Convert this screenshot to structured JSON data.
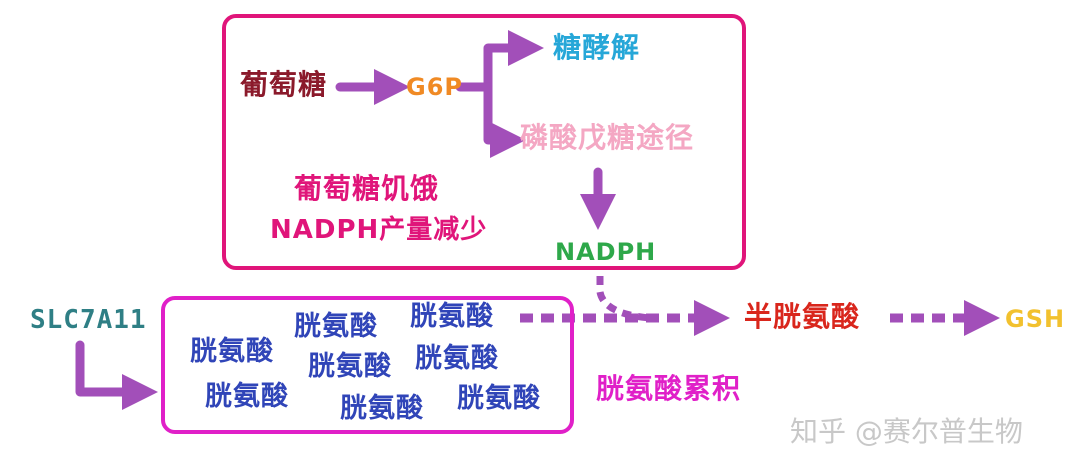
{
  "colors": {
    "glucose": "#8b1a2b",
    "g6p": "#f08a24",
    "glycolysis": "#26a7d8",
    "ppp": "#f4a7c3",
    "nadph": "#2ea84a",
    "starvation": "#e0157a",
    "slc7a11": "#2f7f85",
    "cystine": "#3045b8",
    "cysteine": "#d9261c",
    "gsh": "#f2c12e",
    "accumulation": "#e020c8",
    "arrow": "#a24fb9",
    "box_top": "#e0157a",
    "box_bottom": "#e020c8",
    "watermark": "#c8c8c8"
  },
  "labels": {
    "glucose": "葡萄糖",
    "g6p": "G6P",
    "glycolysis": "糖酵解",
    "ppp": "磷酸戊糖途径",
    "starvation_line1": "葡萄糖饥饿",
    "starvation_line2": "NADPH产量减少",
    "nadph": "NADPH",
    "slc7a11": "SLC7A11",
    "cysteine": "半胱氨酸",
    "gsh": "GSH",
    "accumulation": "胱氨酸累积",
    "watermark": "知乎 @赛尔普生物"
  },
  "cystine_items": [
    "胱氨酸",
    "胱氨酸",
    "胱氨酸",
    "胱氨酸",
    "胱氨酸",
    "胱氨酸",
    "胱氨酸",
    "胱氨酸"
  ],
  "arrows": [
    {
      "name": "arrow-glucose-to-g6p",
      "style": "solid"
    },
    {
      "name": "arrow-g6p-to-glycolysis",
      "style": "solid"
    },
    {
      "name": "arrow-g6p-to-ppp",
      "style": "solid"
    },
    {
      "name": "arrow-ppp-to-nadph",
      "style": "solid"
    },
    {
      "name": "arrow-slc7a11-to-cystine",
      "style": "solid"
    },
    {
      "name": "arrow-cystine-to-cysteine",
      "style": "dashed"
    },
    {
      "name": "arrow-nadph-to-cysteine",
      "style": "dashed"
    },
    {
      "name": "arrow-cysteine-to-gsh",
      "style": "dashed"
    }
  ]
}
